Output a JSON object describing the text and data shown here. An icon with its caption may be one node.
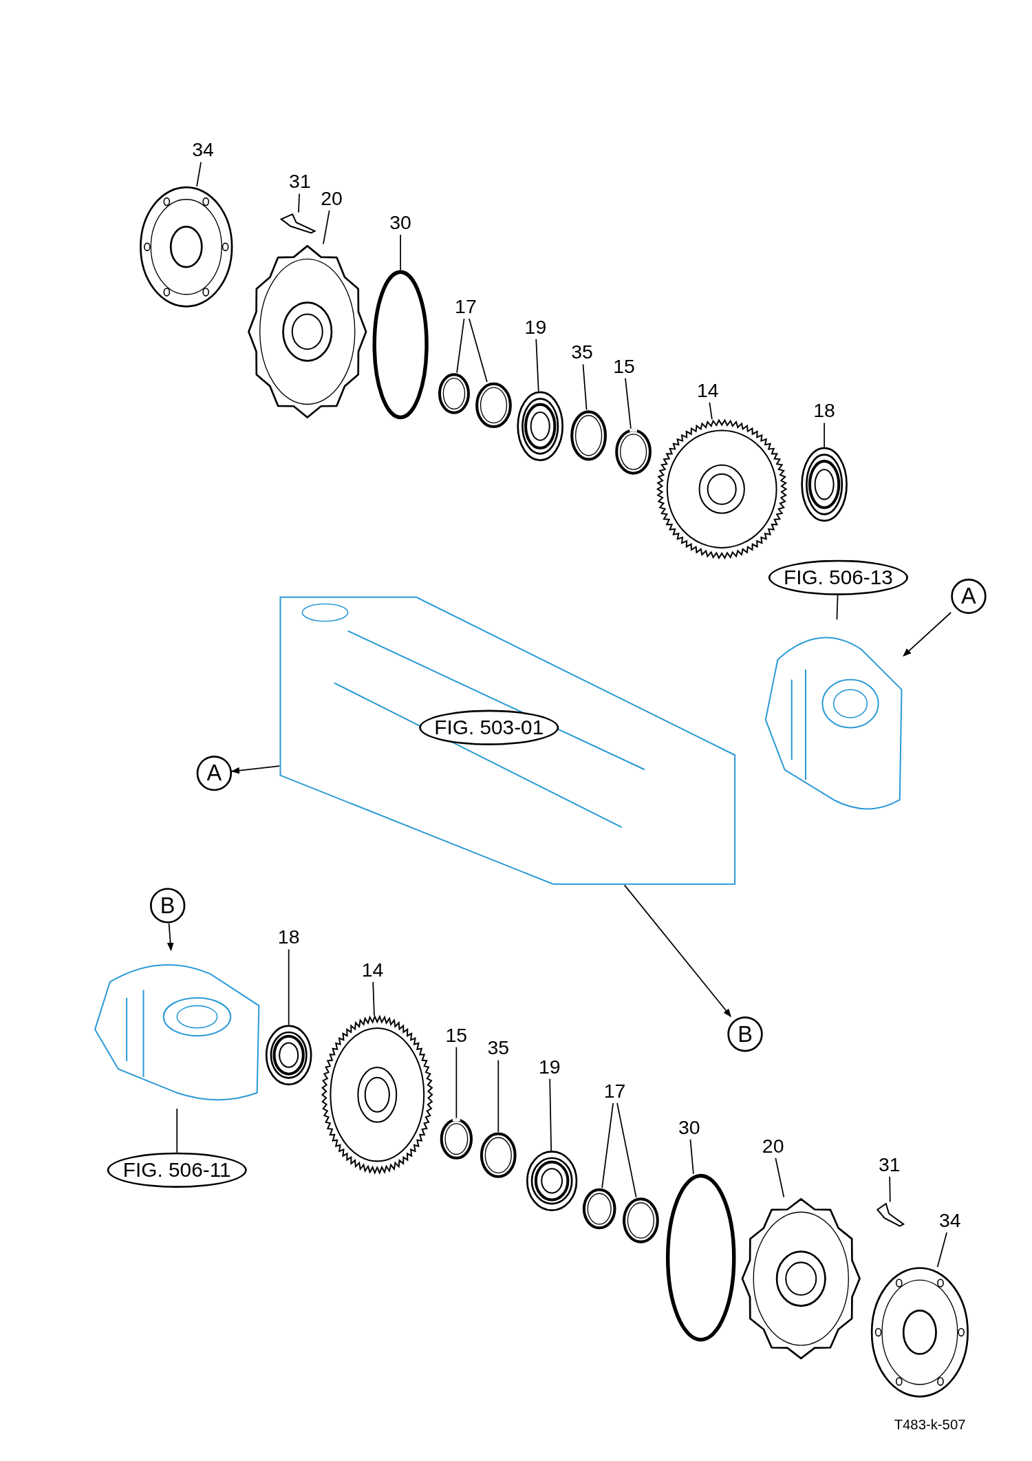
{
  "diagram": {
    "nodes": [
      {
        "text": [
          "34"
        ]
      },
      {
        "text": [],
        "shape": "picture"
      },
      {
        "text": [
          "31"
        ]
      },
      {
        "text": [],
        "shape": "picture"
      },
      {
        "text": [
          "20"
        ]
      },
      {
        "text": [],
        "shape": "picture"
      },
      {
        "text": [
          "30"
        ]
      },
      {
        "text": [],
        "shape": "circle"
      },
      {
        "text": [
          "17"
        ]
      },
      {
        "text": [],
        "shape": "picture"
      },
      {
        "text": [],
        "shape": "picture"
      },
      {
        "text": [
          "19"
        ]
      },
      {
        "text": [],
        "shape": "picture"
      },
      {
        "text": [
          "35"
        ]
      },
      {
        "text": [],
        "shape": "picture"
      },
      {
        "text": [
          "15"
        ]
      },
      {
        "text": [],
        "shape": "picture"
      },
      {
        "text": [
          "14"
        ]
      },
      {
        "text": [],
        "shape": "picture"
      },
      {
        "text": [
          "18"
        ]
      },
      {
        "text": [],
        "shape": "picture"
      },
      {
        "text": [
          "FIG. 506-13"
        ]
      },
      {
        "text": [],
        "shape": "picture"
      },
      {
        "text": [
          "A"
        ]
      },
      {
        "text": [],
        "shape": "picture"
      },
      {
        "text": [
          "FIG. 503-01"
        ],
        "in": 24
      },
      {
        "text": [
          "A"
        ]
      },
      {
        "text": [
          "B"
        ]
      },
      {
        "text": [],
        "shape": "picture"
      },
      {
        "text": [
          "18"
        ]
      },
      {
        "text": [],
        "shape": "picture"
      },
      {
        "text": [
          "14"
        ]
      },
      {
        "text": [],
        "shape": "picture"
      },
      {
        "text": [
          "15"
        ]
      },
      {
        "text": [],
        "shape": "picture"
      },
      {
        "text": [
          "35"
        ]
      },
      {
        "text": [],
        "shape": "picture"
      },
      {
        "text": [
          "19"
        ]
      },
      {
        "text": [],
        "shape": "picture"
      },
      {
        "text": [
          "17"
        ]
      },
      {
        "text": [],
        "shape": "picture"
      },
      {
        "text": [],
        "shape": "picture"
      },
      {
        "text": [
          "30"
        ]
      },
      {
        "text": [],
        "shape": "circle"
      },
      {
        "text": [
          "20"
        ]
      },
      {
        "text": [],
        "shape": "picture"
      },
      {
        "text": [
          "31"
        ]
      },
      {
        "text": [],
        "shape": "picture"
      },
      {
        "text": [
          "34"
        ]
      },
      {
        "text": [],
        "shape": "picture"
      },
      {
        "text": [
          "FIG. 506-11"
        ]
      },
      {
        "text": [
          "B"
        ]
      }
    ],
    "edges": [
      {
        "from": 0,
        "to": 1,
        "arrow": "none"
      },
      {
        "from": 2,
        "to": 3,
        "arrow": "none"
      },
      {
        "from": 4,
        "to": 5,
        "arrow": "none"
      },
      {
        "from": 6,
        "to": 7,
        "arrow": "none"
      },
      {
        "from": 8,
        "to": 9,
        "arrow": "none"
      },
      {
        "from": 8,
        "to": 10,
        "arrow": "none"
      },
      {
        "from": 11,
        "to": 12,
        "arrow": "none"
      },
      {
        "from": 13,
        "to": 14,
        "arrow": "none"
      },
      {
        "from": 15,
        "to": 16,
        "arrow": "none"
      },
      {
        "from": 17,
        "to": 18,
        "arrow": "none"
      },
      {
        "from": 19,
        "to": 20,
        "arrow": "none"
      },
      {
        "from": 21,
        "to": 22,
        "arrow": "none"
      },
      {
        "from": 23,
        "to": 22,
        "arrow": "to"
      },
      {
        "from": 24,
        "to": 26,
        "arrow": "to"
      },
      {
        "from": 27,
        "to": 28,
        "arrow": "to"
      },
      {
        "from": 29,
        "to": 30,
        "arrow": "none"
      },
      {
        "from": 31,
        "to": 32,
        "arrow": "none"
      },
      {
        "from": 33,
        "to": 34,
        "arrow": "none"
      },
      {
        "from": 35,
        "to": 36,
        "arrow": "none"
      },
      {
        "from": 37,
        "to": 38,
        "arrow": "none"
      },
      {
        "from": 39,
        "to": 40,
        "arrow": "none"
      },
      {
        "from": 39,
        "to": 41,
        "arrow": "none"
      },
      {
        "from": 42,
        "to": 43,
        "arrow": "none"
      },
      {
        "from": 44,
        "to": 45,
        "arrow": "none"
      },
      {
        "from": 46,
        "to": 47,
        "arrow": "none"
      },
      {
        "from": 48,
        "to": 49,
        "arrow": "none"
      },
      {
        "from": 50,
        "to": 28,
        "arrow": "none"
      },
      {
        "from": 24,
        "to": 51,
        "arrow": "to"
      }
    ],
    "labels": [
      "T483-k-507"
    ]
  }
}
